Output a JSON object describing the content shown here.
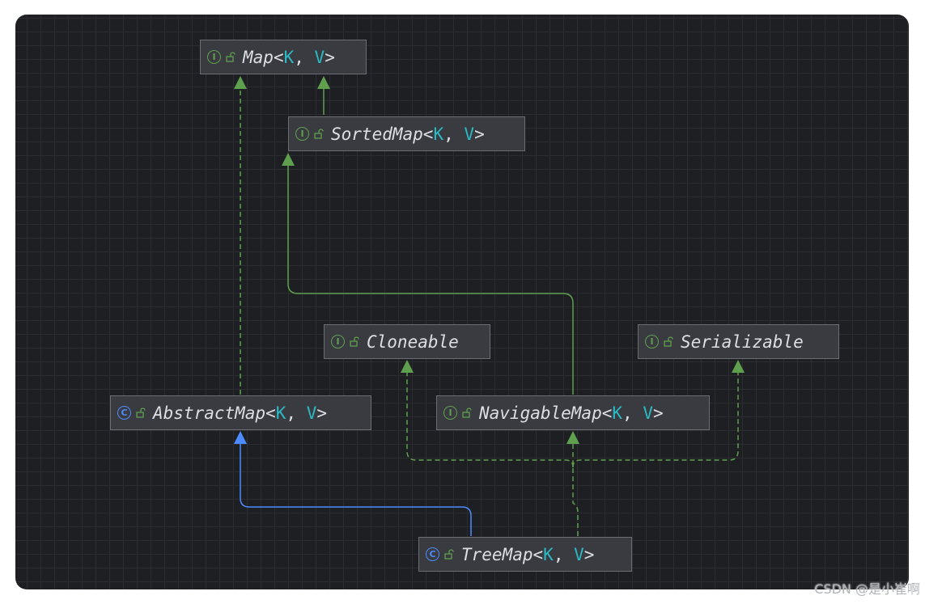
{
  "diagram": {
    "nodes": [
      {
        "id": "map",
        "kind": "interface",
        "kind_glyph": "I",
        "name": "Map",
        "open": "<",
        "k": "K",
        "sep": ", ",
        "v": "V",
        "close": ">"
      },
      {
        "id": "sortedmap",
        "kind": "interface",
        "kind_glyph": "I",
        "name": "SortedMap",
        "open": "<",
        "k": "K",
        "sep": ", ",
        "v": "V",
        "close": ">"
      },
      {
        "id": "cloneable",
        "kind": "interface",
        "kind_glyph": "I",
        "name": "Cloneable"
      },
      {
        "id": "serializable",
        "kind": "interface",
        "kind_glyph": "I",
        "name": "Serializable"
      },
      {
        "id": "abstractmap",
        "kind": "class",
        "kind_glyph": "C",
        "name": "AbstractMap",
        "open": "<",
        "k": "K",
        "sep": ", ",
        "v": "V",
        "close": ">"
      },
      {
        "id": "navigablemap",
        "kind": "interface",
        "kind_glyph": "I",
        "name": "NavigableMap",
        "open": "<",
        "k": "K",
        "sep": ", ",
        "v": "V",
        "close": ">"
      },
      {
        "id": "treemap",
        "kind": "class",
        "kind_glyph": "C",
        "name": "TreeMap",
        "open": "<",
        "k": "K",
        "sep": ", ",
        "v": "V",
        "close": ">"
      }
    ],
    "edges": [
      {
        "from": "sortedmap",
        "to": "map",
        "type": "extends"
      },
      {
        "from": "abstractmap",
        "to": "map",
        "type": "implements"
      },
      {
        "from": "navigablemap",
        "to": "sortedmap",
        "type": "extends"
      },
      {
        "from": "treemap",
        "to": "abstractmap",
        "type": "extends-class"
      },
      {
        "from": "treemap",
        "to": "navigablemap",
        "type": "implements"
      },
      {
        "from": "treemap",
        "to": "cloneable",
        "type": "implements"
      },
      {
        "from": "treemap",
        "to": "serializable",
        "type": "implements"
      }
    ]
  },
  "icons": {
    "interface": "interface-icon",
    "class": "class-icon",
    "visibility": "lock-icon"
  },
  "colors": {
    "background": "#1e1f22",
    "grid": "#2b2d31",
    "node_fill": "#393b40",
    "interface_green": "#5fa04e",
    "class_blue": "#4c8cff",
    "type_param": "#2bbac5"
  },
  "watermark": "CSDN @是小崔啊"
}
